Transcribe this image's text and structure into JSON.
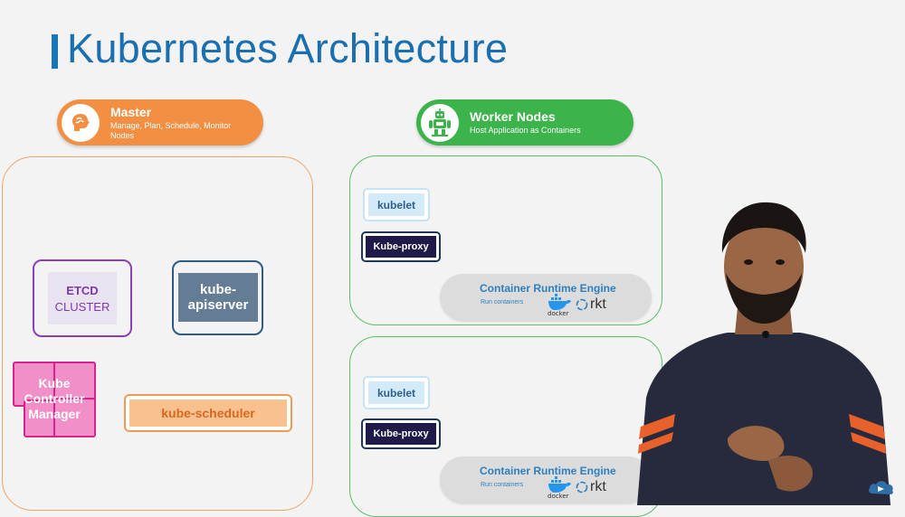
{
  "title": "Kubernetes Architecture",
  "master": {
    "title": "Master",
    "subtitle": "Manage, Plan, Schedule, Monitor\nNodes",
    "icon": "brain-icon",
    "color": "#f28f43",
    "components": {
      "etcd_title": "ETCD",
      "etcd_sub": "CLUSTER",
      "apiserver": "kube-\napiserver",
      "controller_manager": "Kube\nController\nManager",
      "scheduler": "kube-scheduler"
    }
  },
  "worker": {
    "title": "Worker Nodes",
    "subtitle": "Host Application as Containers",
    "icon": "robot-icon",
    "color": "#3cb44b",
    "nodes": [
      {
        "kubelet": "kubelet",
        "proxy": "Kube-proxy",
        "runtime_title": "Container Runtime Engine",
        "runtime_sub": "Run containers",
        "docker": "docker",
        "rkt": "rkt"
      },
      {
        "kubelet": "kubelet",
        "proxy": "Kube-proxy",
        "runtime_title": "Container Runtime Engine",
        "runtime_sub": "Run containers",
        "docker": "docker",
        "rkt": "rkt"
      }
    ]
  },
  "brand_logo": "kodekloud-logo-icon"
}
